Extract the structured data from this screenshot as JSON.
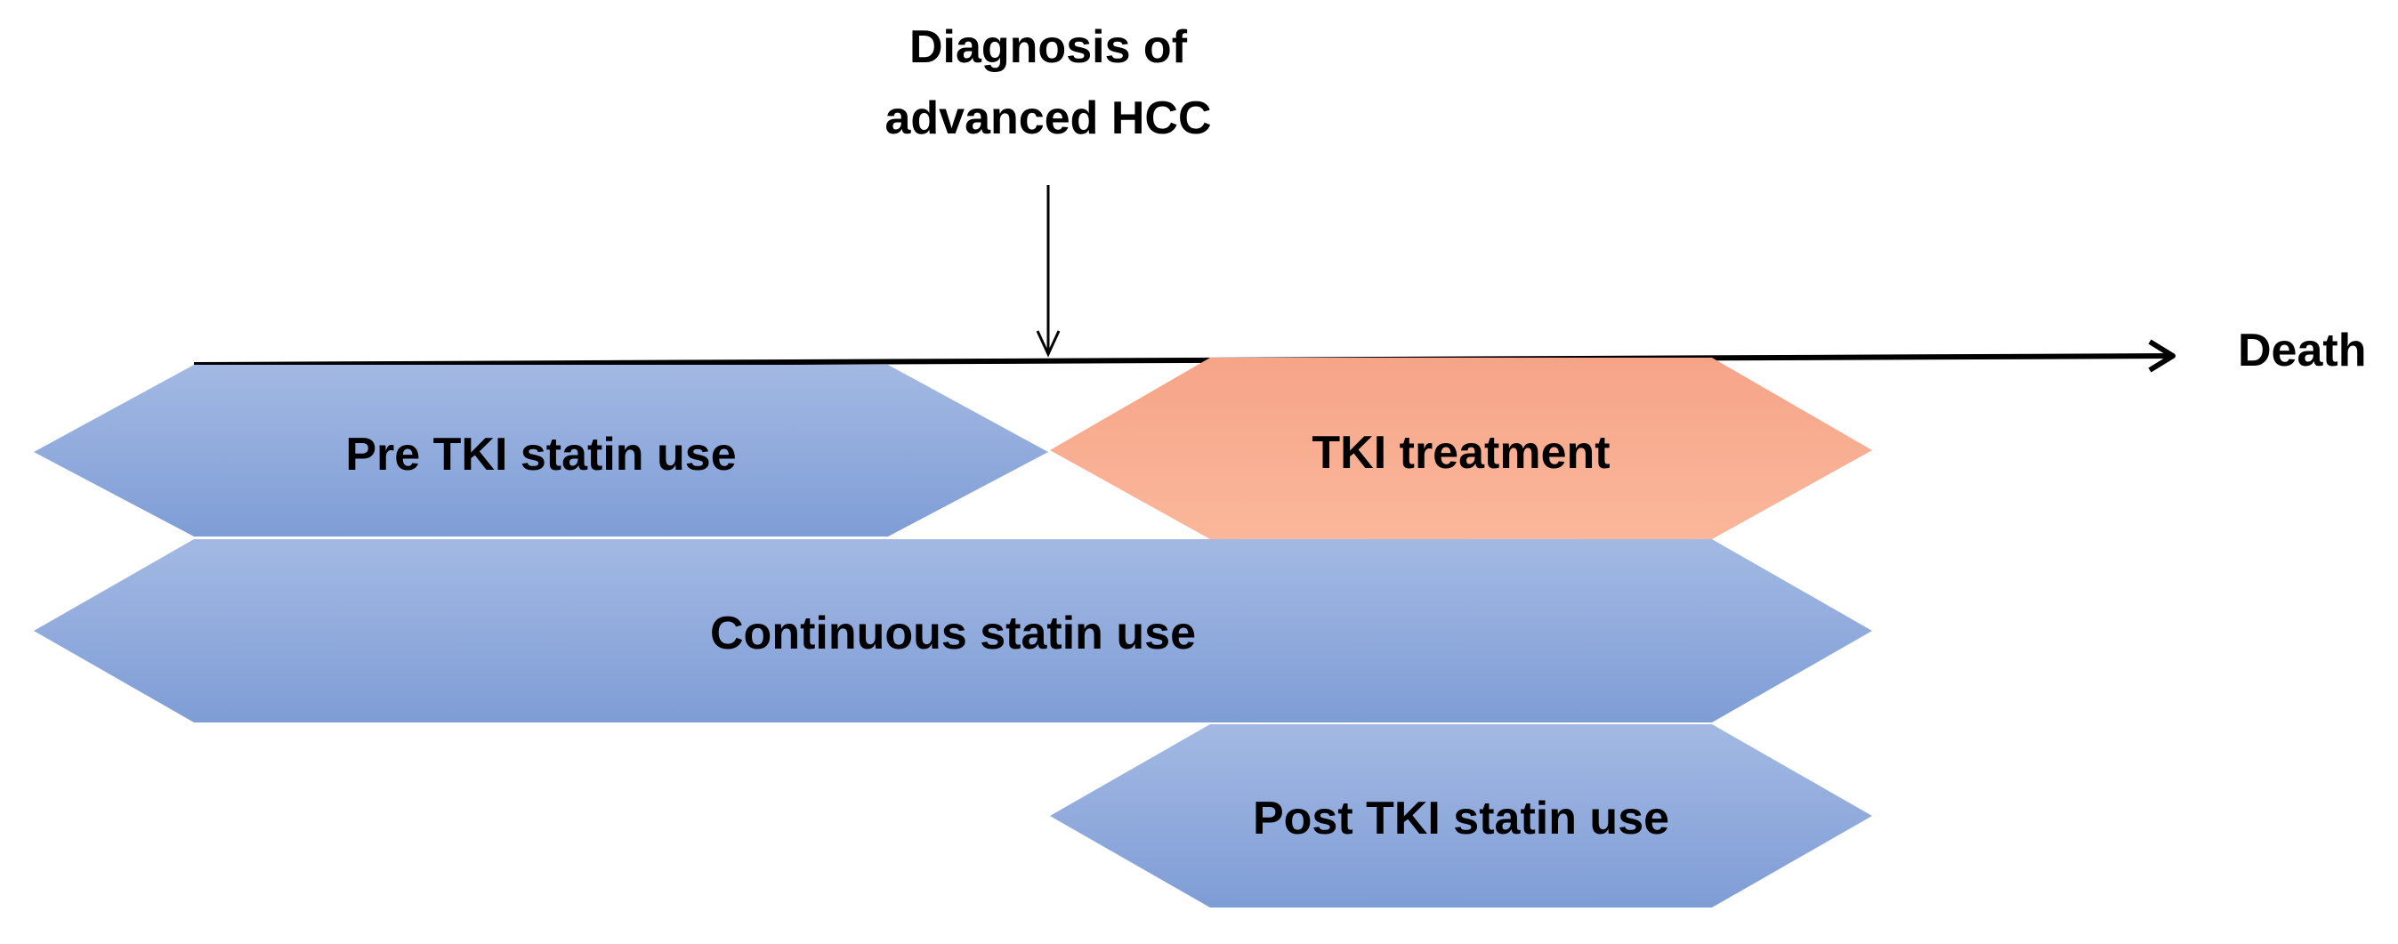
{
  "diagram": {
    "event": {
      "line1": "Diagnosis of",
      "line2": "advanced HCC"
    },
    "endpoint": "Death",
    "bars": {
      "pre_tki": "Pre TKI statin use",
      "tki": "TKI treatment",
      "continuous": "Continuous statin use",
      "post_tki": "Post TKI statin use"
    },
    "colors": {
      "statin_bar": "#8EAADB",
      "tki_bar": "#F8A98C",
      "timeline": "#000000",
      "text": "#000000"
    }
  }
}
